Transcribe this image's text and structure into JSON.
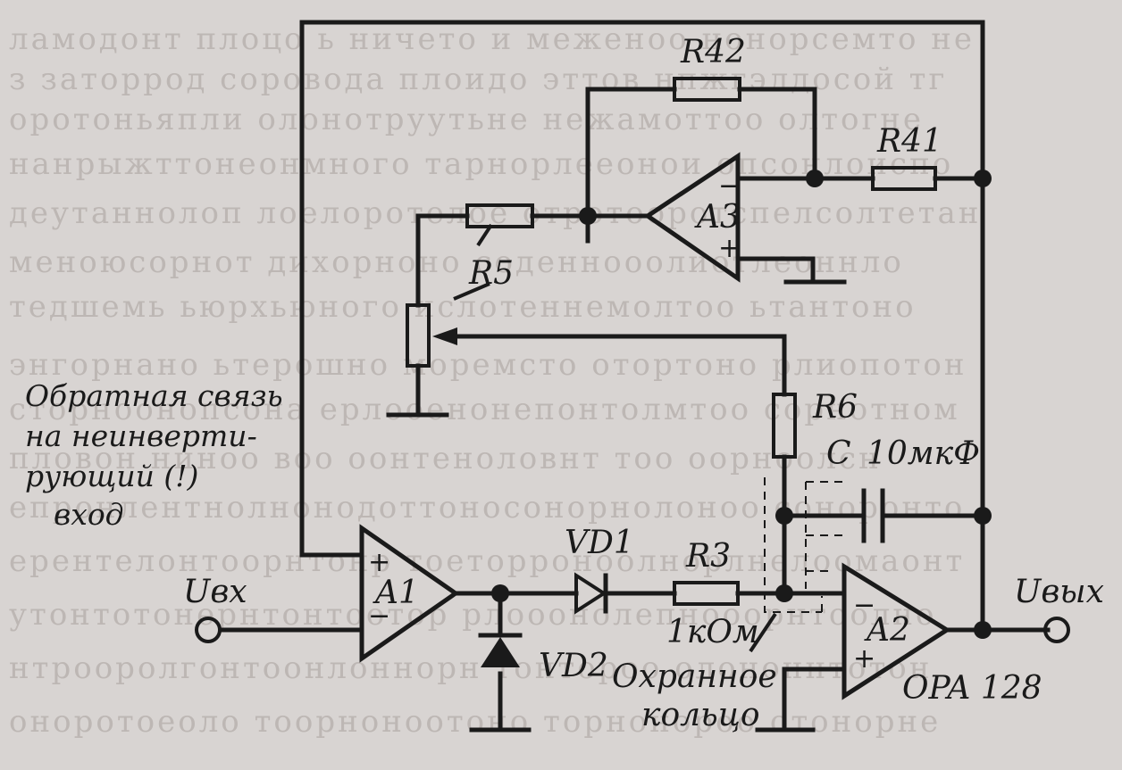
{
  "labels": {
    "r42": "R42",
    "r41": "R41",
    "a3": "A3",
    "r5": "R5",
    "r6": "R6",
    "c": "C",
    "c_value": "10мкФ",
    "a1": "A1",
    "vd1": "VD1",
    "r3": "R3",
    "r3_value": "1кОм",
    "vd2": "VD2",
    "a2": "A2",
    "opa": "OPA 128",
    "uin": "Uвх",
    "uout": "Uвых",
    "guard_1": "Охранное",
    "guard_2": "кольцо",
    "fb_1": "Обратная связь",
    "fb_2": "на неинверти-",
    "fb_3": "рующий (!)",
    "fb_4": "вход",
    "plus": "+",
    "minus": "−"
  },
  "colors": {
    "paper": "#d8d4d2",
    "ink": "#1a1a1a",
    "bleed": "#bdb7b4"
  }
}
